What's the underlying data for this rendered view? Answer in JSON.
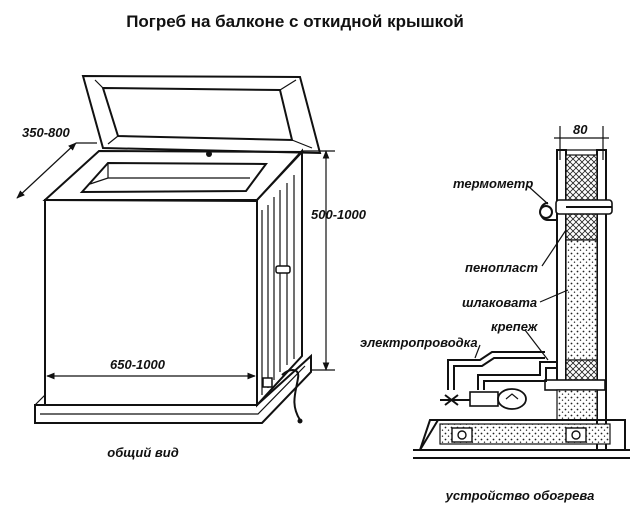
{
  "title": "Погреб на балконе с откидной крышкой",
  "left_view": {
    "dims": {
      "depth": "350-800",
      "height": "500-1000",
      "width": "650-1000"
    },
    "caption": "общий вид"
  },
  "right_view": {
    "dims": {
      "wall": "80"
    },
    "labels": {
      "thermometer": "термометр",
      "foam": "пенопласт",
      "slag_wool": "шлаковата",
      "fastener": "крепеж",
      "wiring": "электропроводка"
    },
    "caption": "устройство обогрева"
  }
}
